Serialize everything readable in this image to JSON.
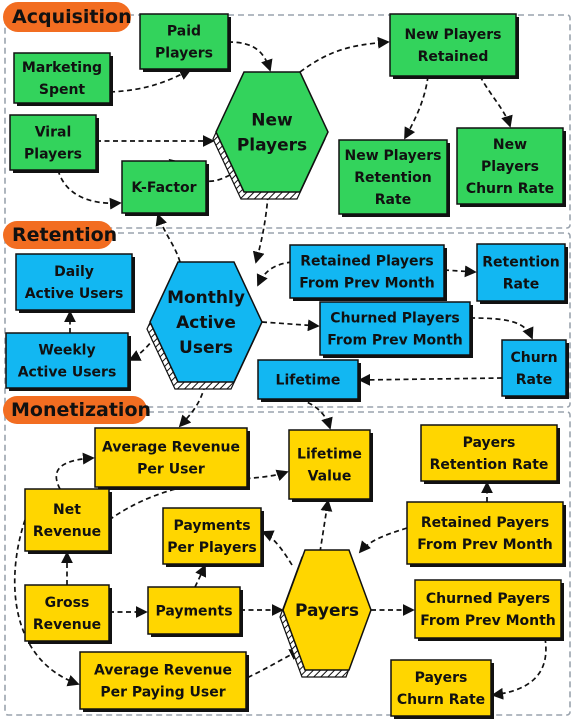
{
  "sections": {
    "acquisition": "Acquisition",
    "retention": "Retention",
    "monetization": "Monetization"
  },
  "nodes": {
    "paid_players": [
      "Paid",
      "Players"
    ],
    "marketing_spent": [
      "Marketing",
      "Spent"
    ],
    "viral_players": [
      "Viral",
      "Players"
    ],
    "k_factor": [
      "K-Factor"
    ],
    "new_players": [
      "New",
      "Players"
    ],
    "new_players_retained": [
      "New Players",
      "Retained"
    ],
    "new_players_retention_rate": [
      "New Players",
      "Retention",
      "Rate"
    ],
    "new_players_churn_rate": [
      "New",
      "Players",
      "Churn Rate"
    ],
    "daily_active_users": [
      "Daily",
      "Active Users"
    ],
    "weekly_active_users": [
      "Weekly",
      "Active Users"
    ],
    "monthly_active_users": [
      "Monthly",
      "Active",
      "Users"
    ],
    "retained_players": [
      "Retained Players",
      "From Prev Month"
    ],
    "retention_rate": [
      "Retention",
      "Rate"
    ],
    "churned_players": [
      "Churned Players",
      "From Prev Month"
    ],
    "churn_rate": [
      "Churn",
      "Rate"
    ],
    "lifetime": [
      "Lifetime"
    ],
    "arpu": [
      "Average Revenue",
      "Per User"
    ],
    "lifetime_value": [
      "Lifetime",
      "Value"
    ],
    "payers_retention_rate": [
      "Payers",
      "Retention Rate"
    ],
    "net_revenue": [
      "Net",
      "Revenue"
    ],
    "payments_per_players": [
      "Payments",
      "Per Players"
    ],
    "retained_payers": [
      "Retained Payers",
      "From Prev Month"
    ],
    "gross_revenue": [
      "Gross",
      "Revenue"
    ],
    "payments": [
      "Payments"
    ],
    "payers": [
      "Payers"
    ],
    "churned_payers": [
      "Churned Payers",
      "From Prev Month"
    ],
    "arppu": [
      "Average Revenue",
      "Per Paying User"
    ],
    "payers_churn_rate": [
      "Payers",
      "Churn Rate"
    ]
  },
  "colors": {
    "acquisition": "#33d35c",
    "retention": "#12b7f2",
    "monetization": "#ffd600",
    "section_tab": "#f26d21"
  }
}
